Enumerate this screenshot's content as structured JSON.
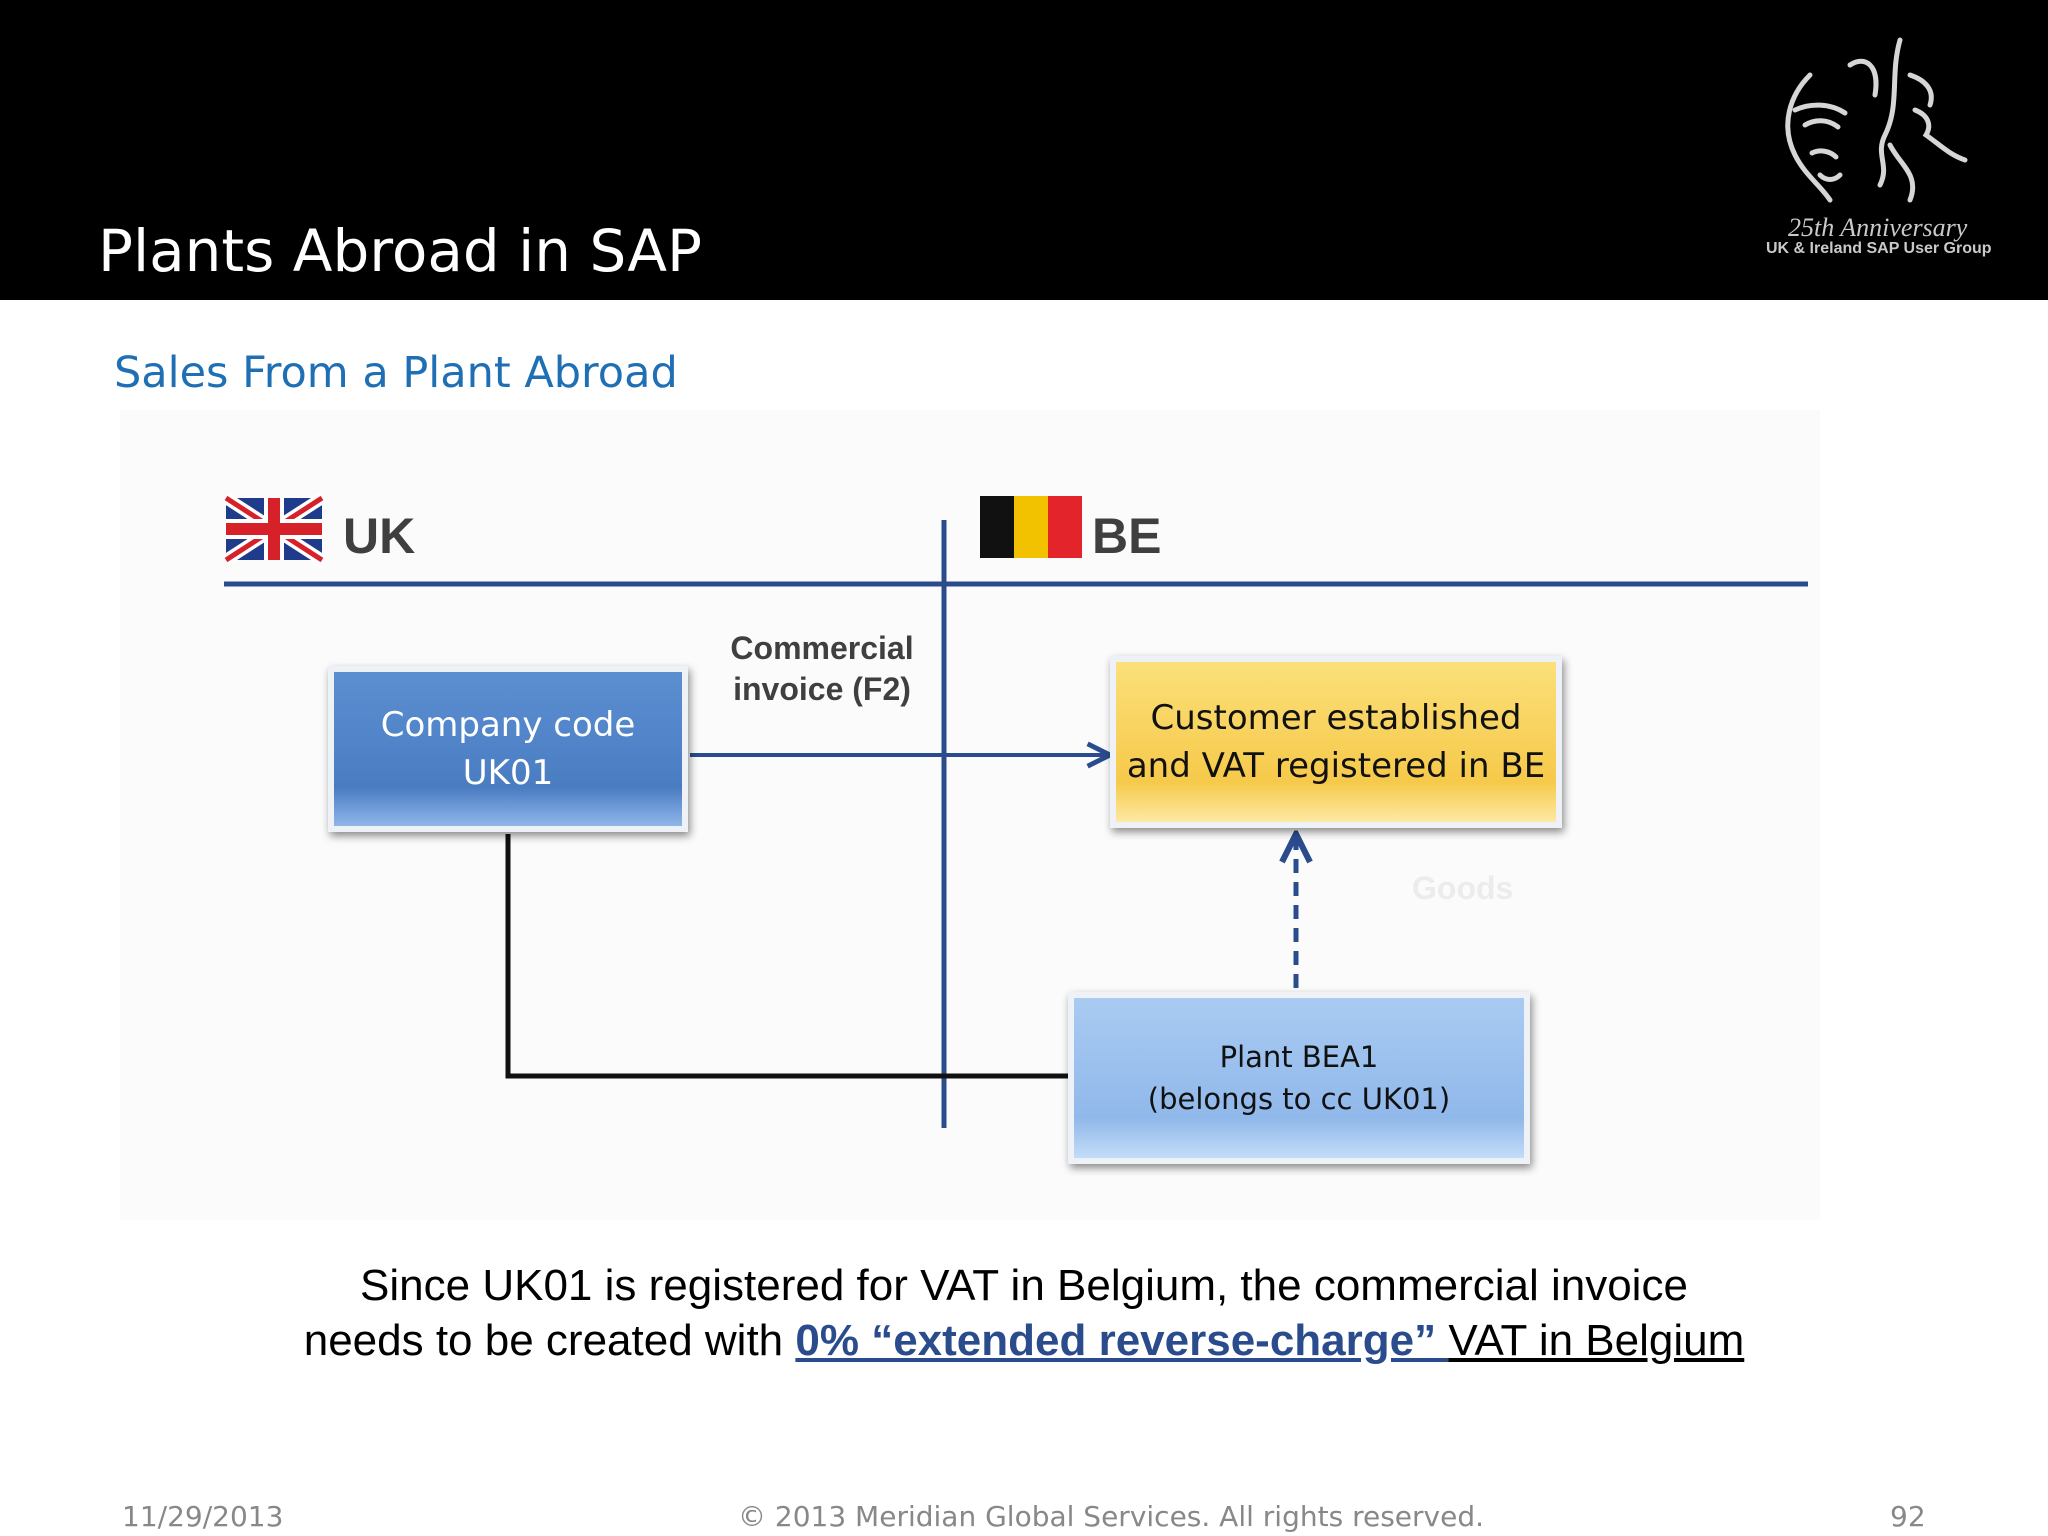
{
  "slide": {
    "title": "Plants Abroad in SAP",
    "subtitle": "Sales From a Plant Abroad"
  },
  "logo": {
    "line1": "25th Anniversary",
    "line2": "UK & Ireland SAP User Group"
  },
  "diagram": {
    "uk_label": "UK",
    "be_label": "BE",
    "company_box": {
      "line1": "Company code",
      "line2": "UK01"
    },
    "customer_box": {
      "line1": "Customer established",
      "line2": "and VAT registered in BE"
    },
    "plant_box": {
      "line1": "Plant BEA1",
      "line2": "(belongs to cc UK01)"
    },
    "invoice_label": {
      "line1": "Commercial",
      "line2": "invoice (F2)"
    },
    "goods_label": "Goods",
    "colors": {
      "line": "#2b4c8c",
      "company": "#4a7cc2",
      "customer": "#f6c94a",
      "plant": "#90b8ea"
    },
    "flags": {
      "uk": "uk-flag-icon",
      "be": "belgium-flag-icon"
    }
  },
  "caption": {
    "line1": "Since UK01 is registered for VAT in Belgium, the commercial invoice",
    "line2_prefix": "needs to be created with ",
    "line2_emphasis": "0% “extended reverse-charge” ",
    "line2_suffix": "VAT in Belgium"
  },
  "footer": {
    "date": "11/29/2013",
    "copyright": "© 2013 Meridian Global Services. All rights reserved.",
    "page_number": "92"
  }
}
